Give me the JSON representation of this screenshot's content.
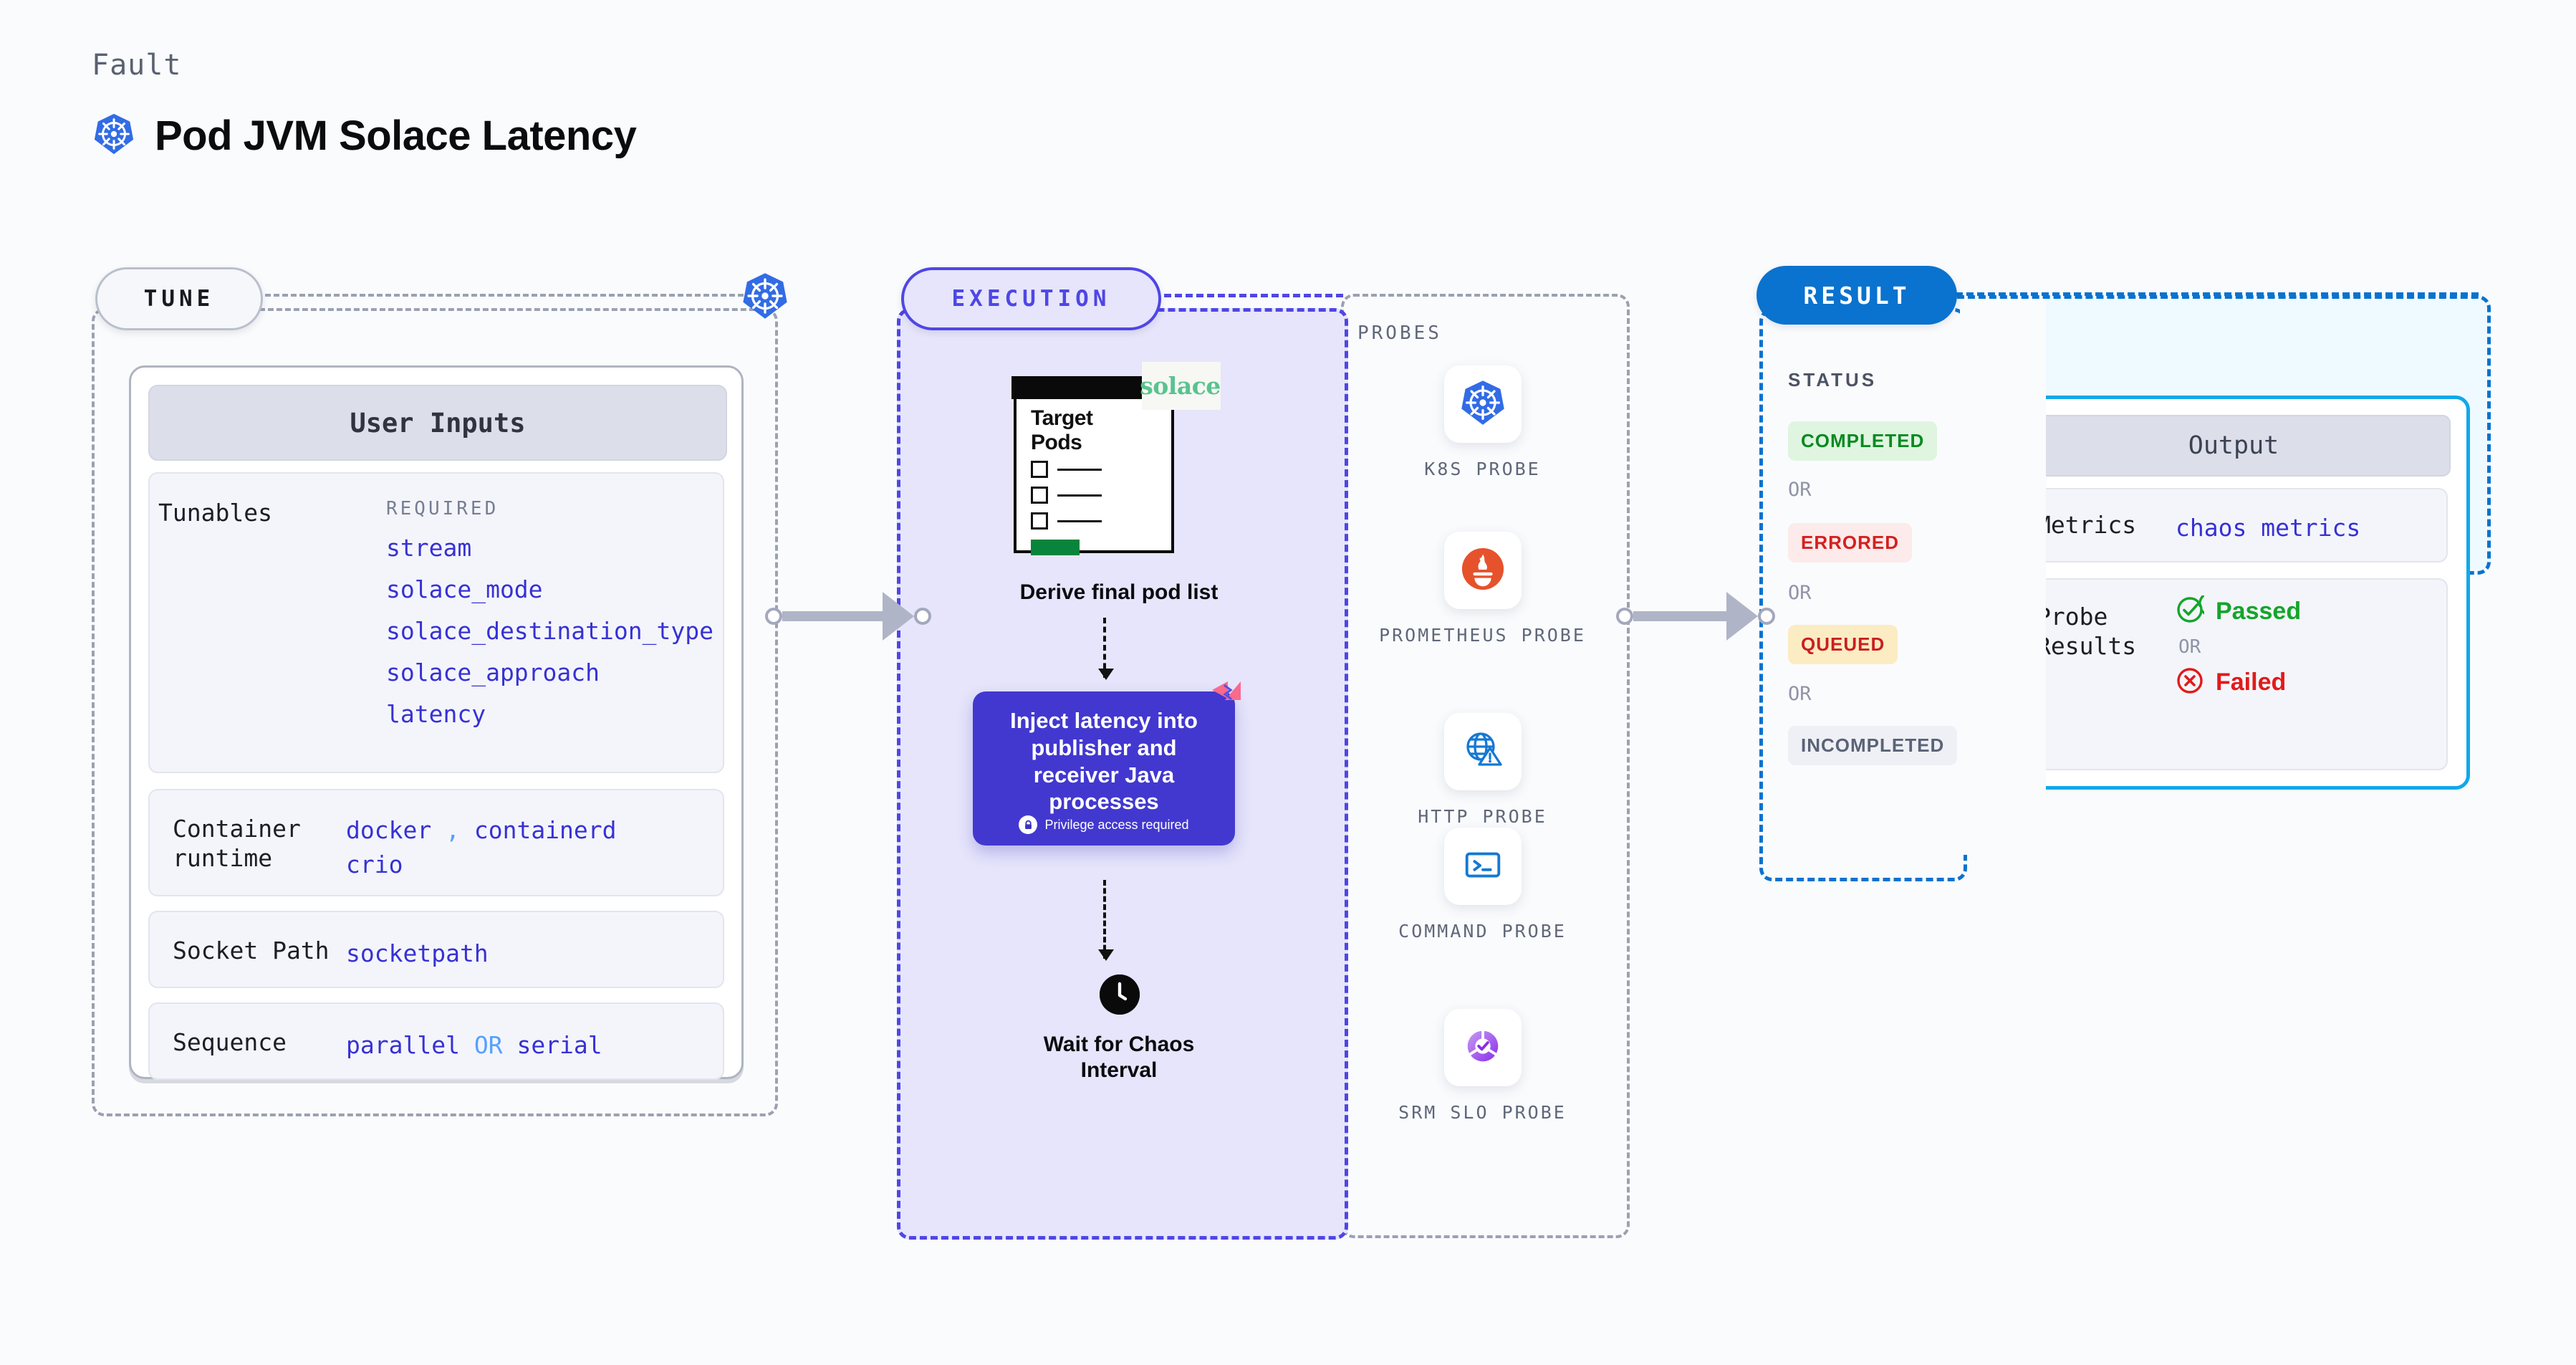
{
  "header": {
    "fault_label": "Fault",
    "title": "Pod JVM Solace Latency",
    "icon": "kubernetes-icon"
  },
  "tune": {
    "pill_label": "TUNE",
    "badge_icon": "kubernetes-icon",
    "user_inputs_title": "User Inputs",
    "tunables": {
      "key": "Tunables",
      "required_label": "REQUIRED",
      "items": [
        "stream",
        "solace_mode",
        "solace_destination_type",
        "solace_approach",
        "latency"
      ]
    },
    "rows": [
      {
        "key": "Container\nruntime",
        "values": [
          "docker",
          "containerd",
          "crio"
        ],
        "separator": ","
      },
      {
        "key": "Socket Path",
        "values": [
          "socketpath"
        ],
        "separator": ""
      },
      {
        "key": "Sequence",
        "values": [
          "parallel",
          "serial"
        ],
        "separator": "OR"
      }
    ]
  },
  "execution": {
    "pill_label": "EXECUTION",
    "pod_card": {
      "title": "Target\nPods",
      "title_line1": "Target",
      "title_line2": "Pods",
      "checkbox_rows": 3
    },
    "solace_logo_text": "solace",
    "derive_label": "Derive final pod list",
    "inject": {
      "text": "Inject latency into publisher and receiver Java processes",
      "privilege_note": "Privilege access required",
      "lock_icon": "lock-icon",
      "corner_icon": "harness-logo-icon"
    },
    "wait": {
      "icon": "clock-icon",
      "label_line1": "Wait for Chaos",
      "label_line2": "Interval"
    }
  },
  "probes": {
    "title": "PROBES",
    "items": [
      {
        "label": "K8S PROBE",
        "icon": "kubernetes-icon"
      },
      {
        "label": "PROMETHEUS PROBE",
        "icon": "prometheus-icon"
      },
      {
        "label": "HTTP PROBE",
        "icon": "http-globe-warning-icon"
      },
      {
        "label": "COMMAND PROBE",
        "icon": "terminal-icon"
      },
      {
        "label": "SRM SLO PROBE",
        "icon": "srm-slo-icon"
      }
    ]
  },
  "result": {
    "pill_label": "RESULT",
    "status_title": "STATUS",
    "or_label": "OR",
    "statuses": [
      {
        "label": "COMPLETED",
        "color": "#0a8a20",
        "bg": "#dff5e0"
      },
      {
        "label": "ERRORED",
        "color": "#d42020",
        "bg": "#fdeaea"
      },
      {
        "label": "QUEUED",
        "color": "#c92020",
        "bg": "#fcecc3"
      },
      {
        "label": "INCOMPLETED",
        "color": "#5b6377",
        "bg": "#eef0f5"
      }
    ]
  },
  "output": {
    "title": "Output",
    "metrics": {
      "key": "Metrics",
      "value": "chaos metrics"
    },
    "probe_results": {
      "key_line1": "Probe",
      "key_line2": "Results",
      "passed": "Passed",
      "or_label": "OR",
      "failed": "Failed",
      "passed_icon": "check-circle-icon",
      "failed_icon": "x-circle-icon"
    }
  },
  "colors": {
    "accent_purple": "#4f46e5",
    "accent_blue": "#0a72cf",
    "inject_box": "#4238cf",
    "code_text": "#3731d4",
    "solace_green": "#58c38e",
    "cyan_border": "#12a8e8"
  }
}
